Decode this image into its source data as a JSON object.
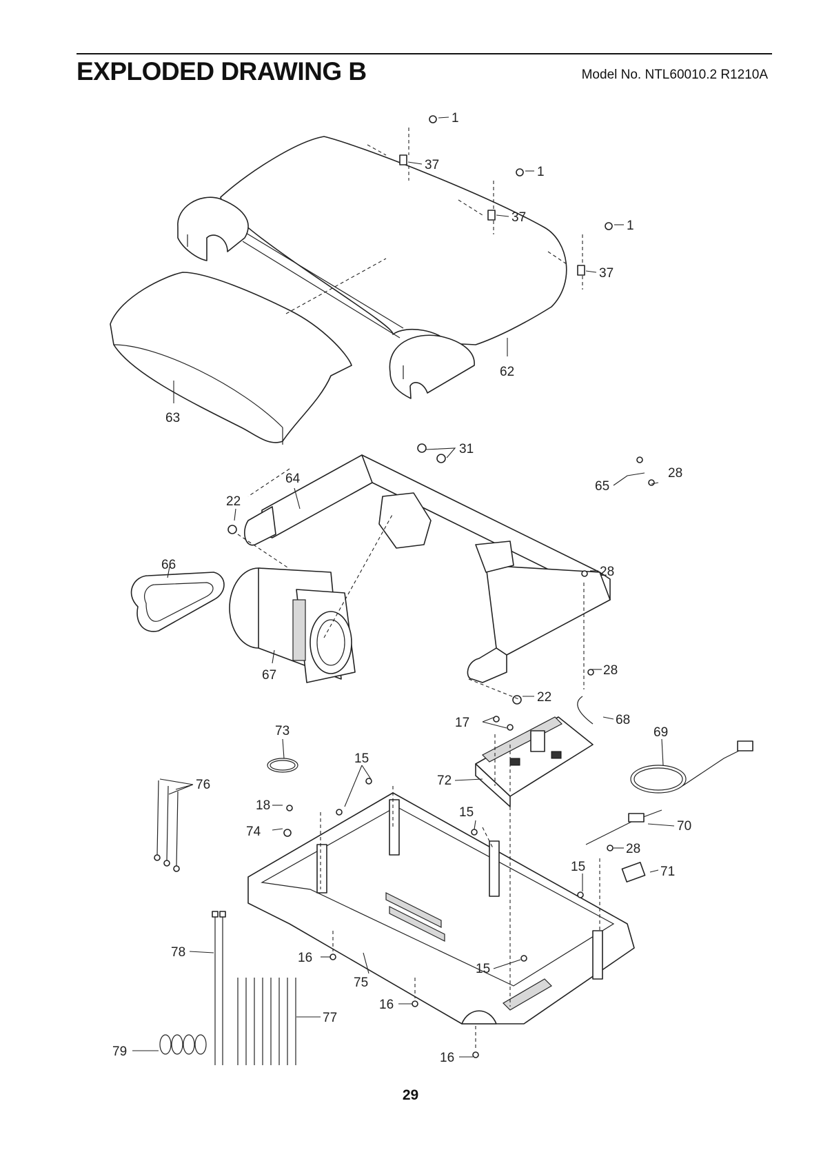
{
  "header": {
    "title": "EXPLODED DRAWING B",
    "model": "Model No. NTL60010.2 R1210A"
  },
  "footer": {
    "page_number": "29"
  },
  "callouts": {
    "c1a": "1",
    "c1b": "1",
    "c1c": "1",
    "c37a": "37",
    "c37b": "37",
    "c37c": "37",
    "c62": "62",
    "c63": "63",
    "c31": "31",
    "c64": "64",
    "c22a": "22",
    "c22b": "22",
    "c28a": "28",
    "c28b": "28",
    "c28c": "28",
    "c28d": "28",
    "c65": "65",
    "c66": "66",
    "c67": "67",
    "c68": "68",
    "c69": "69",
    "c17": "17",
    "c72": "72",
    "c73": "73",
    "c70": "70",
    "c71": "71",
    "c15a": "15",
    "c15b": "15",
    "c15c": "15",
    "c15d": "15",
    "c18": "18",
    "c74": "74",
    "c76": "76",
    "c78": "78",
    "c77": "77",
    "c79": "79",
    "c16a": "16",
    "c16b": "16",
    "c16c": "16",
    "c75": "75"
  }
}
